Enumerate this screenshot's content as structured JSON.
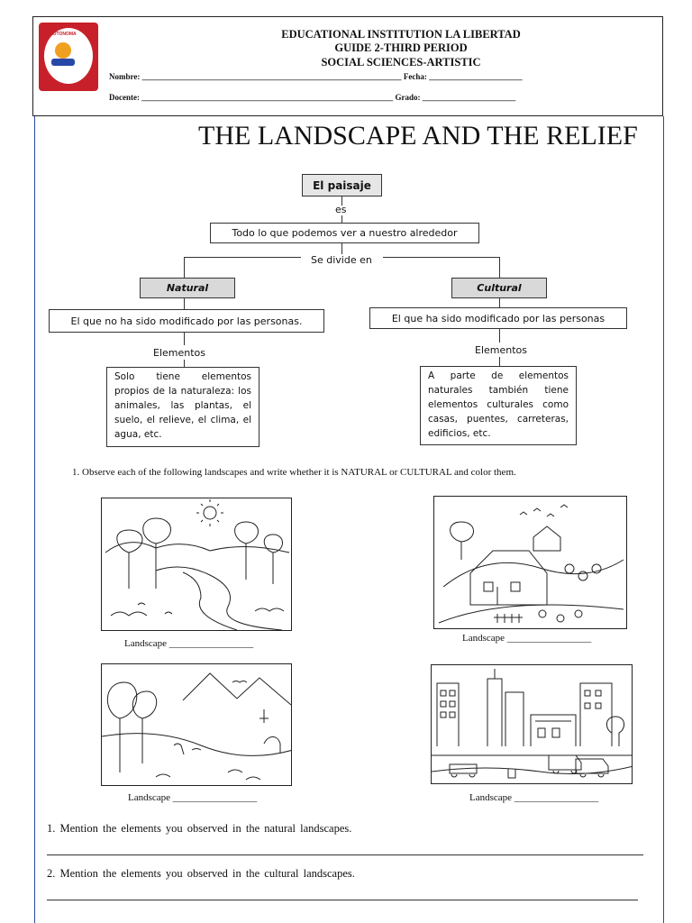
{
  "header": {
    "line1": "EDUCATIONAL INSTITUTION LA LIBERTAD",
    "line2": "GUIDE 2-THIRD PERIOD",
    "line3": "SOCIAL SCIENCES-ARTISTIC",
    "nombre_label": "Nombre:",
    "nombre_blank": "________________________________________________________________",
    "fecha_label": "Fecha:",
    "fecha_blank": "_______________________",
    "docente_label": "Docente:",
    "docente_blank": "______________________________________________________________",
    "grado_label": "Grado:",
    "grado_blank": "_______________________",
    "logo_text": "AUTONOMA"
  },
  "title": "THE LANDSCAPE AND THE RELIEF",
  "concept_map": {
    "root": "El paisaje",
    "connector1": "es",
    "definition": "Todo lo que podemos ver a nuestro alrededor",
    "connector2": "Se divide en",
    "natural": {
      "label": "Natural",
      "definition": "El que no ha sido modificado por las personas.",
      "connector": "Elementos",
      "description": "Solo tiene elementos propios de la naturaleza: los animales, las plantas, el suelo, el relieve, el clima, el agua, etc."
    },
    "cultural": {
      "label": "Cultural",
      "definition": "El que ha sido modificado por las personas",
      "connector": "Elementos",
      "description": "A parte de elementos naturales también tiene elementos culturales como casas, puentes, carreteras, edificios, etc."
    }
  },
  "exercise1": {
    "instruction": "1. Observe each of the following landscapes and write whether it is NATURAL or CULTURAL and color them.",
    "landscape_label_1": "Landscape _________________",
    "landscape_label_2": "Landscape _________________",
    "landscape_label_3": "Landscape _________________",
    "landscape_label_4": "Landscape _________________"
  },
  "questions": {
    "q1": "1. Mention the elements you observed in the natural landscapes.",
    "q2": "2. Mention the elements you observed in the cultural landscapes."
  }
}
